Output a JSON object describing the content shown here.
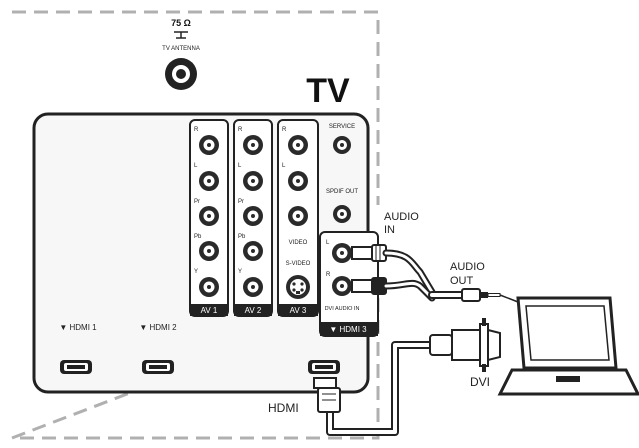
{
  "labels": {
    "antenna_ohm": "75 Ω",
    "antenna_label": "TV ANTENNA",
    "tv": "TV",
    "service": "SERVICE",
    "spdif_out": "SPDIF OUT",
    "video": "VIDEO",
    "svideo": "S-VIDEO",
    "dvi_audio_in": "DVI AUDIO IN",
    "av1": "AV 1",
    "av2": "AV 2",
    "av3": "AV 3",
    "hdmi1": "▼ HDMI 1",
    "hdmi2": "▼ HDMI 2",
    "hdmi3": "▼ HDMI 3",
    "audio_in_1": "AUDIO",
    "audio_in_2": "IN",
    "audio_out_1": "AUDIO",
    "audio_out_2": "OUT",
    "dvi": "DVI",
    "hdmi": "HDMI"
  },
  "jack_labels": {
    "av1": [
      "R",
      "L",
      "Pr",
      "Pb",
      "Y"
    ],
    "av2": [
      "R",
      "L",
      "Pr",
      "Pb",
      "Y"
    ],
    "av3_top": [
      "R",
      "L"
    ],
    "dvi_audio": [
      "L",
      "R"
    ]
  },
  "colors": {
    "outline": "#222222",
    "dashed_border": "#b0b0b0",
    "panel_fill": "#f7f7f7",
    "jack_ring": "#2a2a2a"
  }
}
